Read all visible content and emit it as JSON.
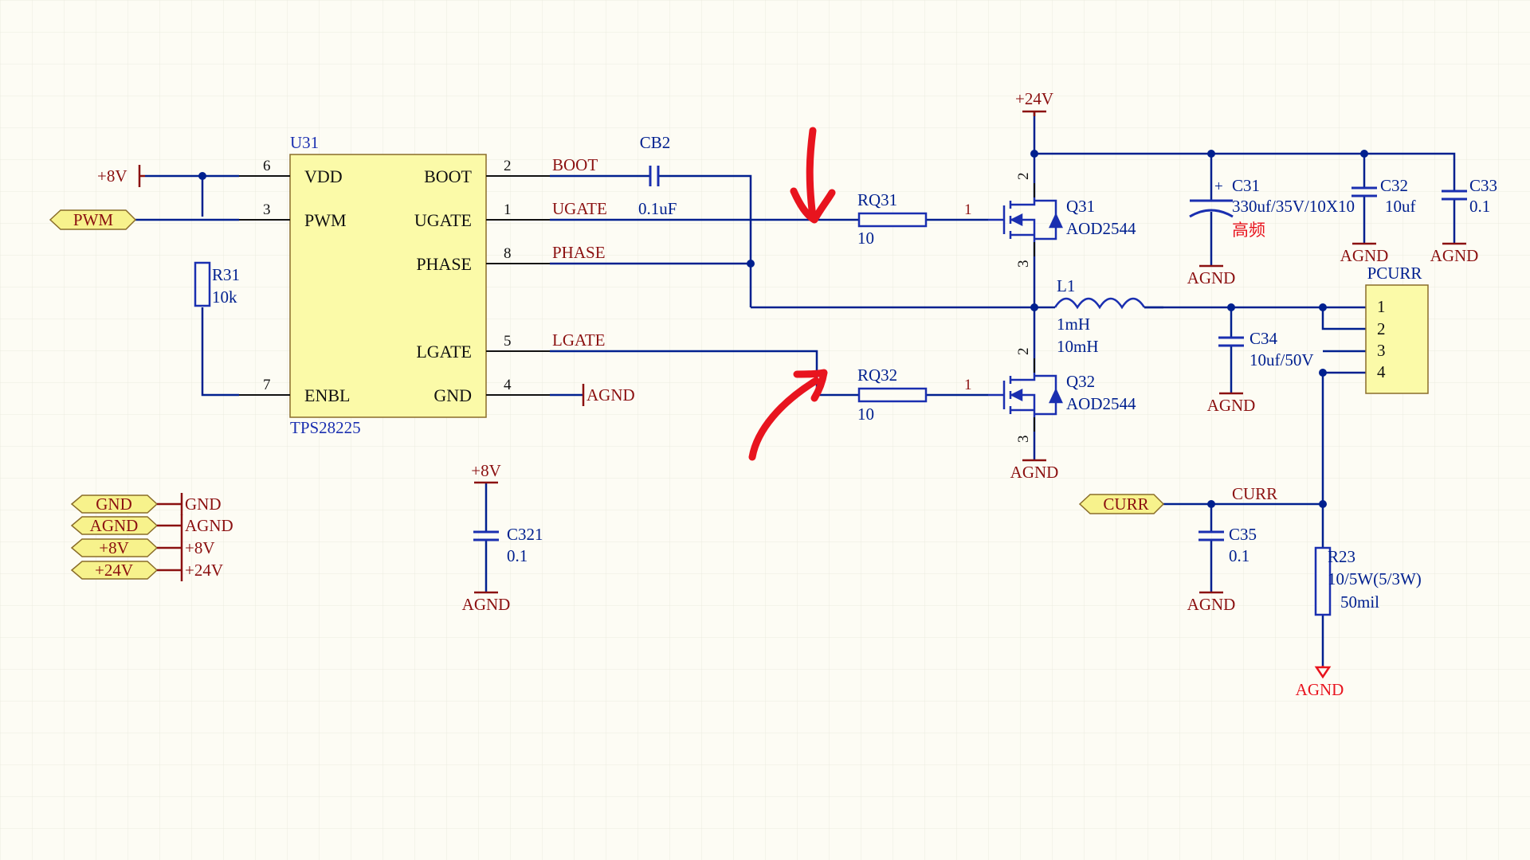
{
  "colors": {
    "background": "#fdfcf4",
    "grid": "#ecebe0",
    "wire": "#00208f",
    "component_stroke": "#1a2fb0",
    "pin": "#111111",
    "net_label": "#8b1010",
    "power": "#8b1010",
    "port_fill": "#f7f28c",
    "ic_fill": "#fbfaa8",
    "ic_stroke": "#8a6d2a",
    "annotation": "#e8141e",
    "highlight_port": "#e8141e"
  },
  "ic": {
    "designator": "U31",
    "part": "TPS28225",
    "left_pins": [
      {
        "num": "6",
        "name": "VDD"
      },
      {
        "num": "3",
        "name": "PWM"
      },
      {
        "num": "7",
        "name": "ENBL"
      }
    ],
    "right_pins": [
      {
        "num": "2",
        "name": "BOOT",
        "net": "BOOT"
      },
      {
        "num": "1",
        "name": "UGATE",
        "net": "UGATE"
      },
      {
        "num": "8",
        "name": "PHASE",
        "net": "PHASE"
      },
      {
        "num": "5",
        "name": "LGATE",
        "net": "LGATE"
      },
      {
        "num": "4",
        "name": "GND",
        "net": ""
      }
    ]
  },
  "ports": {
    "pwm": "PWM",
    "curr": "CURR",
    "legend": [
      "GND",
      "AGND",
      "+8V",
      "+24V"
    ]
  },
  "power": {
    "p8v": "+8V",
    "p24v": "+24V",
    "agnd": "AGND"
  },
  "parts": {
    "r31": {
      "des": "R31",
      "val": "10k"
    },
    "cb2": {
      "des": "CB2",
      "val": "0.1uF"
    },
    "rq31": {
      "des": "RQ31",
      "val": "10",
      "pin": "1"
    },
    "rq32": {
      "des": "RQ32",
      "val": "10",
      "pin": "1"
    },
    "q31": {
      "des": "Q31",
      "val": "AOD2544",
      "pin_d": "2",
      "pin_s": "3"
    },
    "q32": {
      "des": "Q32",
      "val": "AOD2544",
      "pin_d": "2",
      "pin_s": "3"
    },
    "c31": {
      "des": "C31",
      "val": "330uf/35V/10X10",
      "note": "高频",
      "polarity": "+"
    },
    "c32": {
      "des": "C32",
      "val": "10uf"
    },
    "c33": {
      "des": "C33",
      "val": "0.1"
    },
    "l1": {
      "des": "L1",
      "val1": "1mH",
      "val2": "10mH"
    },
    "c34": {
      "des": "C34",
      "val": "10uf/50V"
    },
    "pcurr": {
      "des": "PCURR",
      "pins": [
        "1",
        "2",
        "3",
        "4"
      ]
    },
    "c321": {
      "des": "C321",
      "val": "0.1"
    },
    "c35": {
      "des": "C35",
      "val": "0.1"
    },
    "r23": {
      "des": "R23",
      "val": "10/5W(5/3W)",
      "note": "50mil"
    }
  },
  "nets": {
    "curr": "CURR"
  }
}
